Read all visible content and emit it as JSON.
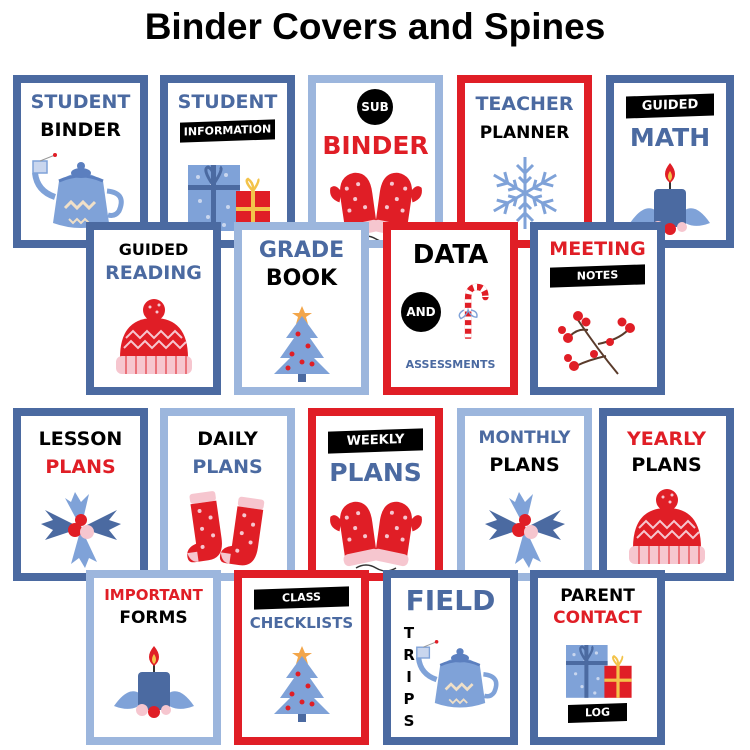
{
  "title": "Binder Covers and Spines",
  "colors": {
    "red": "#e01e26",
    "blue": "#4b6aa1",
    "light_blue": "#9cb6dd",
    "black": "#000000"
  },
  "covers": [
    {
      "top": "STUDENT",
      "bottom": "BINDER",
      "icon": "teapot-icon"
    },
    {
      "top": "STUDENT",
      "band": "INFORMATION",
      "icon": "gift-box-icon"
    },
    {
      "circle": "SUB",
      "bottom": "BINDER",
      "icon": "mittens-icon"
    },
    {
      "top": "TEACHER",
      "bottom": "PLANNER",
      "icon": "snowflake-icon"
    },
    {
      "band": "GUIDED",
      "bottom": "MATH",
      "icon": "candle-icon"
    },
    {
      "top": "GUIDED",
      "bottom": "READING",
      "icon": "beanie-icon"
    },
    {
      "top": "GRADE",
      "bottom": "BOOK",
      "icon": "christmas-tree-icon"
    },
    {
      "top": "DATA",
      "circle": "AND",
      "bottom": "ASSESSMENTS",
      "icon": "candy-cane-icon"
    },
    {
      "top": "MEETING",
      "band": "NOTES",
      "icon": "berries-icon"
    },
    {
      "top": "LESSON",
      "bottom": "PLANS",
      "icon": "holly-icon"
    },
    {
      "top": "DAILY",
      "bottom": "PLANS",
      "icon": "socks-icon"
    },
    {
      "band": "WEEKLY",
      "bottom": "PLANS",
      "icon": "mittens-icon"
    },
    {
      "top": "MONTHLY",
      "bottom": "PLANS",
      "icon": "holly-icon"
    },
    {
      "top": "YEARLY",
      "bottom": "PLANS",
      "icon": "beanie-icon"
    },
    {
      "top": "IMPORTANT",
      "bottom": "FORMS",
      "icon": "candle-icon"
    },
    {
      "band": "CLASS",
      "bottom": "CHECKLISTS",
      "icon": "christmas-tree-icon"
    },
    {
      "top": "FIELD",
      "side": "TRIPS",
      "icon": "teapot-icon"
    },
    {
      "top": "PARENT",
      "bottom": "CONTACT",
      "band": "LOG",
      "icon": "gift-box-icon"
    }
  ]
}
